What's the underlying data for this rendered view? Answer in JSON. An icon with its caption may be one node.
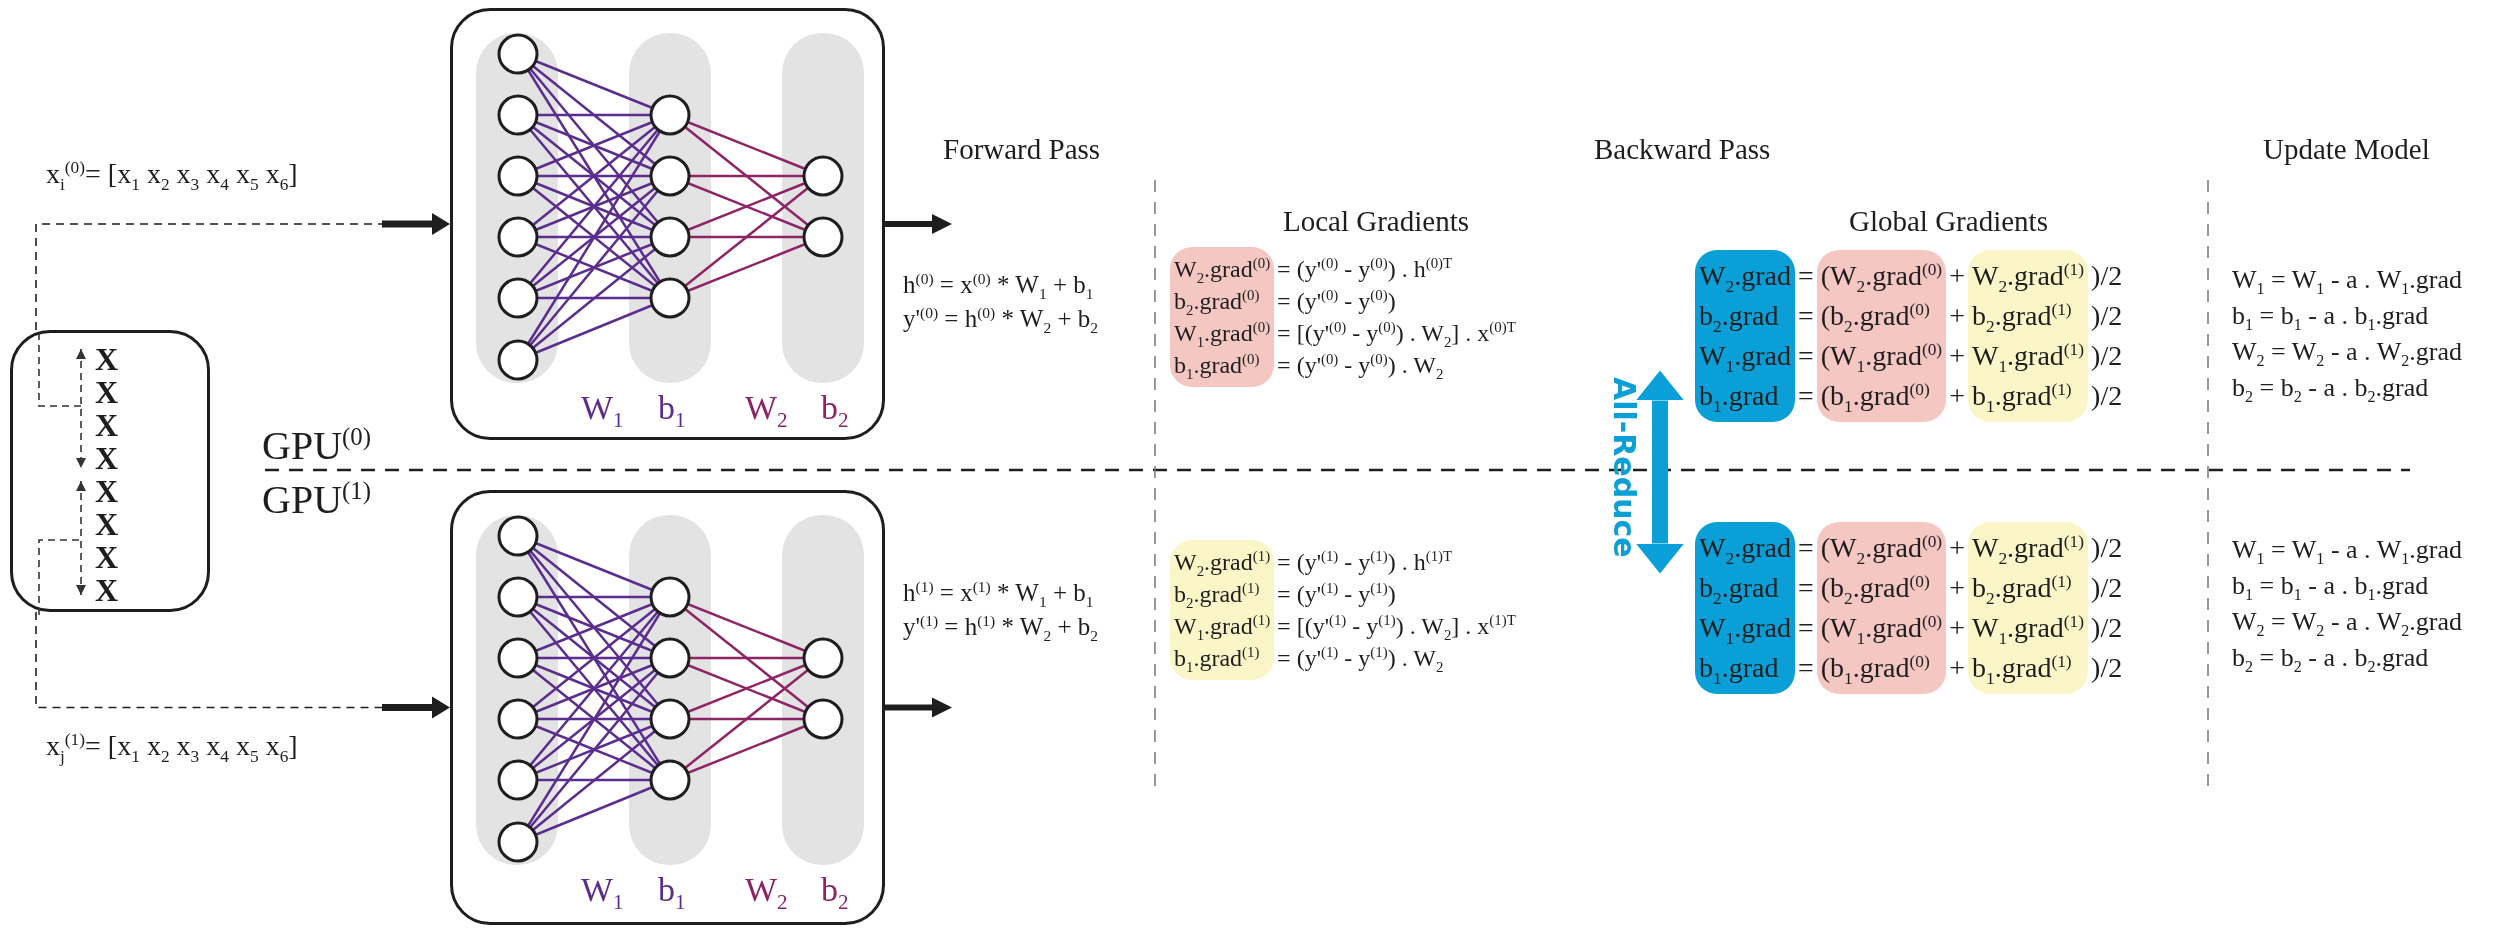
{
  "diagram": {
    "nodes": [
      {
        "text": [
          "X",
          "X",
          "X",
          "X",
          "X",
          "X",
          "X",
          "X"
        ]
      },
      {
        "text": [
          "W$_{1}$",
          "b$_{1}$",
          "W$_{2}$",
          "b$_{2}$"
        ]
      },
      {
        "text": [
          "W$_{1}$",
          "b$_{1}$",
          "W$_{2}$",
          "b$_{2}$"
        ]
      },
      {
        "text": [
          "W$_{2}$.grad$^{(0)}$",
          "b$_{2}$.grad$^{(0)}$",
          "W$_{1}$.grad$^{(0)}$",
          "b$_{1}$.grad$^{(0)}$"
        ]
      },
      {
        "text": [
          "W$_{2}$.grad",
          "b$_{2}$.grad",
          "W$_{1}$.grad",
          "b$_{1}$.grad"
        ]
      },
      {
        "text": [
          "(W$_{2}$.grad$^{(0)}$",
          "(b$_{2}$.grad$^{(0)}$",
          "(W$_{1}$.grad$^{(0)}$",
          "(b$_{1}$.grad$^{(0)}$"
        ]
      },
      {
        "text": [
          "W$_{2}$.grad$^{(1)}$",
          "b$_{2}$.grad$^{(1)}$",
          "W$_{1}$.grad$^{(1)}$",
          "b$_{1}$.grad$^{(1)}$"
        ]
      },
      {
        "text": [
          "W$_{2}$.grad$^{(1)}$",
          "b$_{2}$.grad$^{(1)}$",
          "W$_{1}$.grad$^{(1)}$",
          "b$_{1}$.grad$^{(1)}$"
        ]
      },
      {
        "text": [
          "W$_{2}$.grad",
          "b$_{2}$.grad",
          "W$_{1}$.grad",
          "b$_{1}$.grad"
        ]
      },
      {
        "text": [
          "(W$_{2}$.grad$^{(0)}$",
          "(b$_{2}$.grad$^{(0)}$",
          "(W$_{1}$.grad$^{(0)}$",
          "(b$_{1}$.grad$^{(0)}$"
        ]
      },
      {
        "text": [
          "W$_{2}$.grad$^{(1)}$",
          "b$_{2}$.grad$^{(1)}$",
          "W$_{1}$.grad$^{(1)}$",
          "b$_{1}$.grad$^{(1)}$"
        ]
      }
    ],
    "edges": [
      {
        "from": 0,
        "to": 1,
        "arrow": "to",
        "style": "dashed",
        "label": "x$_{i}$$^{(0)}$= [x$_{1}$ x$_{2}$ x$_{3}$ x$_{4}$ x$_{5}$ x$_{6}$]"
      },
      {
        "from": 0,
        "to": 2,
        "arrow": "to",
        "style": "dashed",
        "label": "x$_{j}$$^{(1)}$= [x$_{1}$ x$_{2}$ x$_{3}$ x$_{4}$ x$_{5}$ x$_{6}$]"
      },
      {
        "from": 1,
        "to": null,
        "arrow": "to"
      },
      {
        "from": 2,
        "to": null,
        "arrow": "to"
      },
      {
        "from": 4,
        "to": 8,
        "arrow": "both",
        "style": "thick",
        "color": "#0b9fd8",
        "label": "All-Reduce"
      }
    ],
    "labels": [
      "Forward Pass",
      "Backward Pass",
      "Update Model",
      "Local Gradients",
      "Global Gradients",
      "h$^{(0)}$ = x$^{(0)}$ * W$_{1}$ + b$_{1}$",
      "y'$^{(0)}$ = h$^{(0)}$ * W$_{2}$ + b$_{2}$",
      "= (y'$^{(0)}$ - y$^{(0)}$) . h$^{(0)T}$",
      "= (y'$^{(0)}$ - y$^{(0)}$)",
      "= [(y'$^{(0)}$ - y$^{(0)}$) . W$_{2}$] . x$^{(0)T}$",
      "= (y'$^{(0)}$ - y$^{(0)}$) . W$_{2}$",
      "=",
      "=",
      "=",
      "=",
      "+",
      "+",
      "+",
      "+",
      ")/2",
      ")/2",
      ")/2",
      ")/2",
      "W$_{1}$ = W$_{1}$ - a . W$_{1}$.grad",
      "b$_{1}$ = b$_{1}$ - a . b$_{1}$.grad",
      "W$_{2}$ = W$_{2}$ - a . W$_{2}$.grad",
      "b$_{2}$ = b$_{2}$ - a . b$_{2}$.grad",
      "GPU$^{(0)}$",
      "GPU$^{(1)}$",
      "h$^{(1)}$ = x$^{(1)}$ * W$_{1}$ + b$_{1}$",
      "y'$^{(1)}$ = h$^{(1)}$ * W$_{2}$ + b$_{2}$",
      "= (y'$^{(1)}$ - y$^{(1)}$) . h$^{(1)T}$",
      "= (y'$^{(1)}$ - y$^{(1)}$)",
      "= [(y'$^{(1)}$ - y$^{(1)}$) . W$_{2}$] . x$^{(1)T}$",
      "= (y'$^{(1)}$ - y$^{(1)}$) . W$_{2}$",
      "=",
      "=",
      "=",
      "=",
      "+",
      "+",
      "+",
      "+",
      ")/2",
      ")/2",
      ")/2",
      ")/2",
      "W$_{1}$ = W$_{1}$ - a . W$_{1}$.grad",
      "b$_{1}$ = b$_{1}$ - a . b$_{1}$.grad",
      "W$_{2}$ = W$_{2}$ - a . W$_{2}$.grad",
      "b$_{2}$ = b$_{2}$ - a . b$_{2}$.grad"
    ]
  }
}
